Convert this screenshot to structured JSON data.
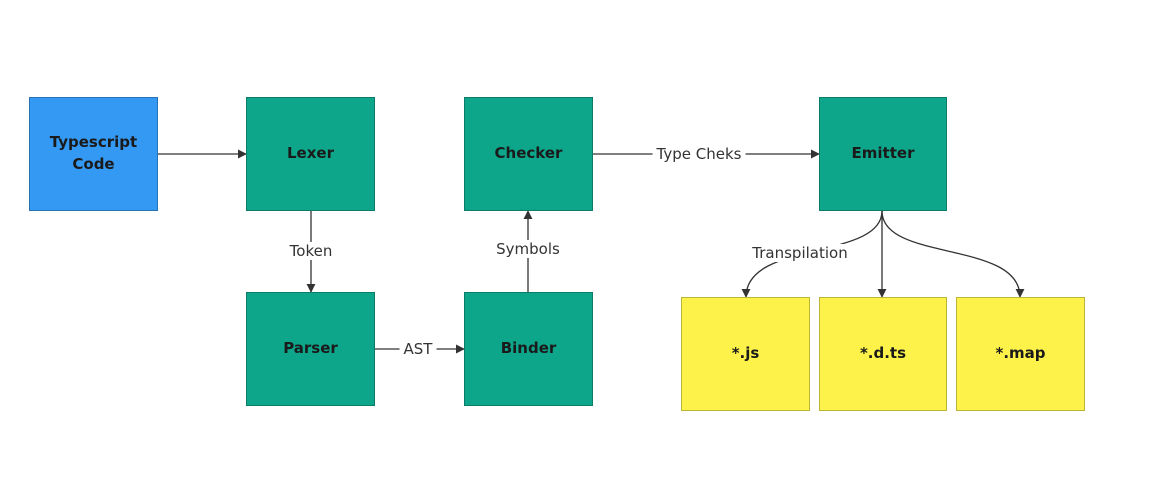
{
  "nodes": {
    "typescript_code": "Typescript\nCode",
    "lexer": "Lexer",
    "parser": "Parser",
    "binder": "Binder",
    "checker": "Checker",
    "emitter": "Emitter",
    "js": "*.js",
    "dts": "*.d.ts",
    "map": "*.map"
  },
  "edges": {
    "token": "Token",
    "ast": "AST",
    "symbols": "Symbols",
    "type_checks": "Type Cheks",
    "transpilation": "Transpilation"
  },
  "colors": {
    "input": "#3499f2",
    "stage": "#0ea68a",
    "output": "#fdf24a",
    "edge": "#333333"
  }
}
